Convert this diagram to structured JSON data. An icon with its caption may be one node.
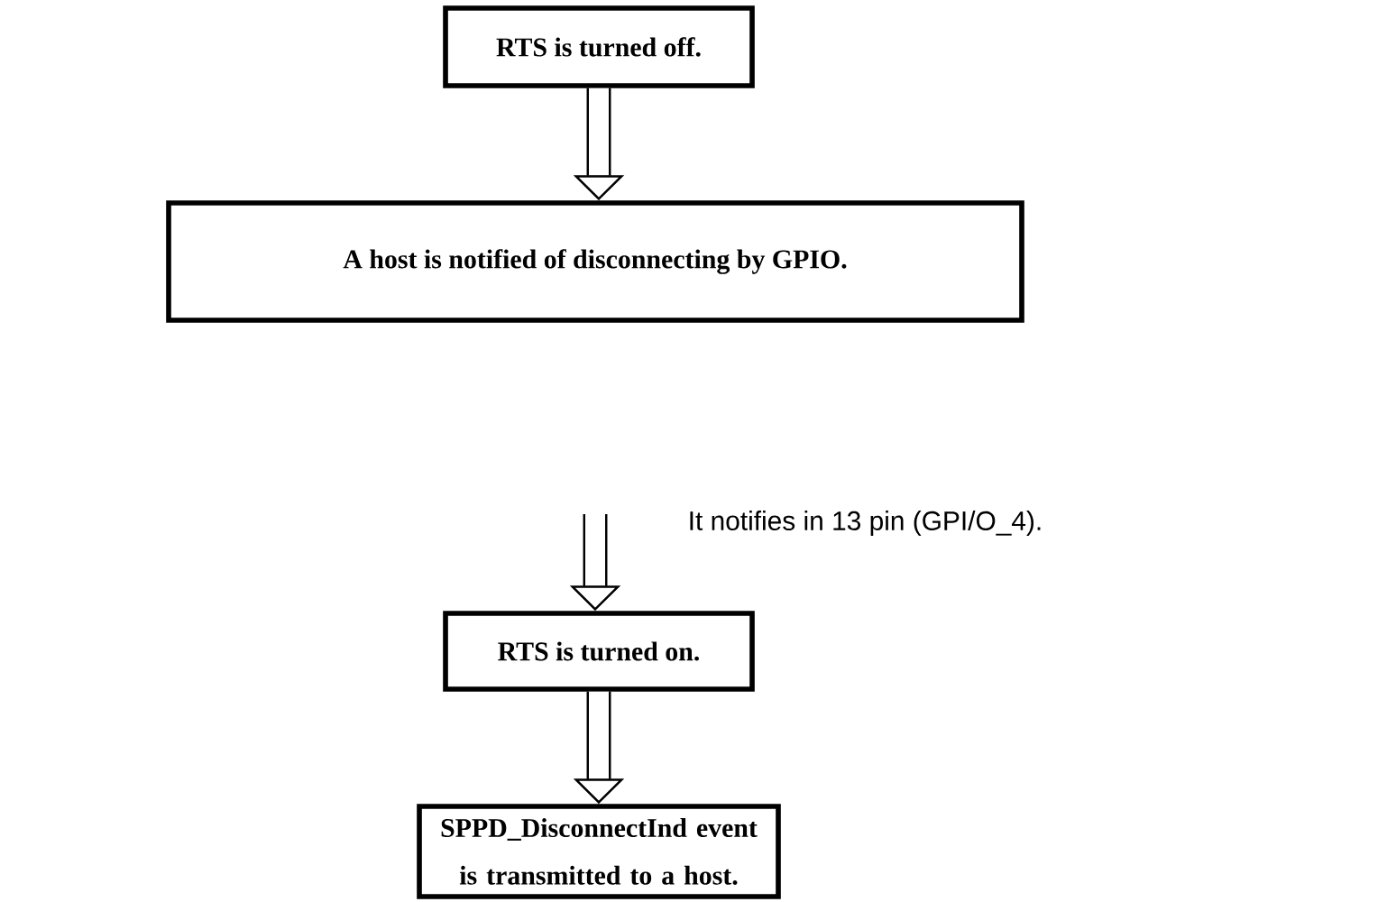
{
  "diagram": {
    "nodes": [
      {
        "text": [
          "RTS is turned off."
        ]
      },
      {
        "text": [
          "A host is notified of disconnecting by GPIO."
        ]
      },
      {
        "text": [
          "RTS is turned on."
        ]
      },
      {
        "text": [
          "SPPD_DisconnectInd event is transmitted to a host."
        ]
      }
    ],
    "edges": [
      {
        "from": 0,
        "to": 1,
        "arrow": "to"
      },
      {
        "from": null,
        "to": 2,
        "arrow": "to"
      },
      {
        "from": 2,
        "to": 3,
        "arrow": "to"
      }
    ],
    "labels": [
      "It notifies in 13 pin (GPI/O_4)."
    ]
  }
}
